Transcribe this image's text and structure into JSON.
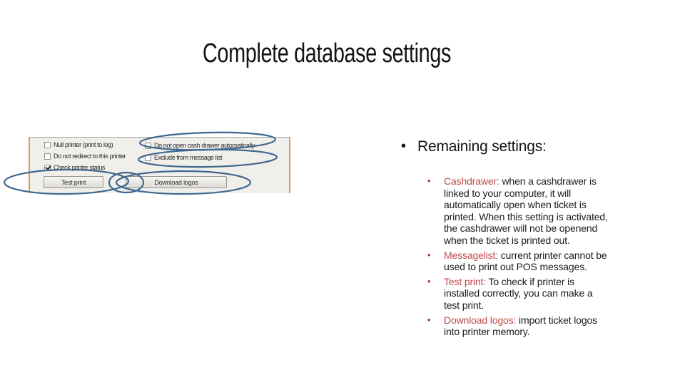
{
  "slide": {
    "title": "Complete database settings"
  },
  "screenshot": {
    "checkboxes_left": [
      {
        "label": "Null printer (print to log)",
        "checked": false
      },
      {
        "label": "Do not redirect to this printer",
        "checked": false
      },
      {
        "label": "Check printer status",
        "checked": true
      }
    ],
    "checkboxes_right": [
      {
        "label": "Do not open cash drawer automatically",
        "checked": false
      },
      {
        "label": "Exclude from message list",
        "checked": false
      }
    ],
    "buttons": [
      {
        "label": "Test print"
      },
      {
        "label": "Download logos"
      }
    ],
    "colors": {
      "panel_background": "#f0efec",
      "side_border_orange": "#e19a41",
      "annotation_ellipse_blue": "#41688e"
    }
  },
  "content": {
    "heading": "Remaining settings:",
    "term_color": "#bf4a45",
    "items": [
      {
        "term": "Cashdrawer:",
        "desc": "when a cashdrawer is linked to your computer, it will automatically open when ticket is printed. When this setting is activated, the cashdrawer will not be openend when the ticket is printed out."
      },
      {
        "term": "Messagelist:",
        "desc": "current printer cannot be used to print out POS messages."
      },
      {
        "term": "Test print:",
        "desc": "To check if printer is installed correctly, you can make a test print."
      },
      {
        "term": "Download logos:",
        "desc": "import ticket logos into printer memory."
      }
    ]
  }
}
